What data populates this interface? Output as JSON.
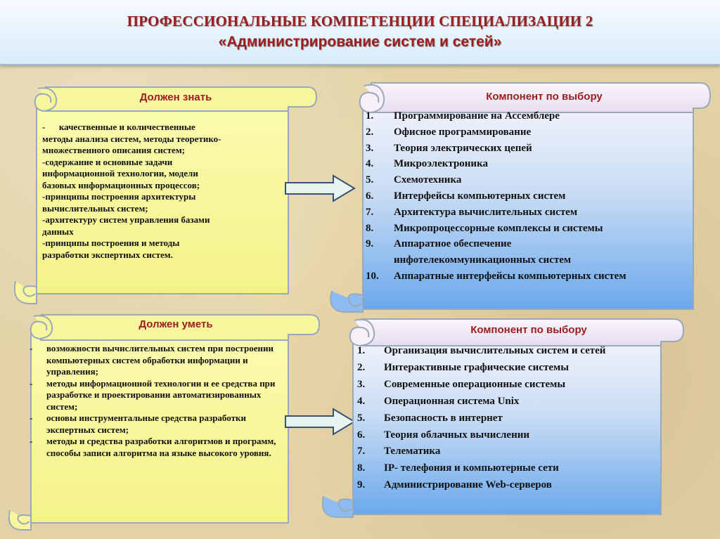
{
  "header": {
    "title_line1": "ПРОФЕССИОНАЛЬНЫЕ КОМПЕТЕНЦИИ СПЕЦИАЛИЗАЦИИ 2",
    "title_line2": "«Администрирование систем и сетей»"
  },
  "know": {
    "title": "Должен знать",
    "lines": [
      "-      качественные и количественные",
      "методы анализа систем, методы теоретико-",
      "множественного описания систем;",
      "-содержание и основные задачи",
      "информационной технологии, модели",
      "базовых информационных процессов;",
      "-принципы построения архитектуры",
      "вычислительных систем;",
      "-архитектуру систем управления базами",
      "данных",
      "-принципы построения и методы",
      "разработки экспертных систем."
    ]
  },
  "able": {
    "title": "Должен  уметь",
    "items": [
      "возможности вычислительных систем при построении компьютерных систем обработки информации и управления;",
      "методы информационной технологии и ее средства при разработке и проектировании автоматизированных систем;",
      "основы инструментальные средства разработки экспертных систем;",
      "методы и средства разработки алгоритмов и программ, способы записи алгоритма на языке высокого уровня."
    ]
  },
  "elective1": {
    "title": "Компонент по выбору",
    "items": [
      {
        "num": "1.",
        "text": "Программирование на Ассемблере"
      },
      {
        "num": "2.",
        "text": "Офисное программирование"
      },
      {
        "num": "3.",
        "text": "Теория электрических цепей"
      },
      {
        "num": "4.",
        "text": "Микроэлектроника"
      },
      {
        "num": "5.",
        "text": "Схемотехника"
      },
      {
        "num": "6.",
        "text": "Интерфейсы компьютерных систем"
      },
      {
        "num": "7.",
        "text": "Архитектура вычислительных систем"
      },
      {
        "num": "8.",
        "text": "Микропроцессорные  комплексы и системы"
      },
      {
        "num": "9.",
        "text": "Аппаратное обеспечение инфотелекоммуникационных систем"
      },
      {
        "num": "10.",
        "text": "Аппаратные интерфейсы компьютерных систем"
      }
    ]
  },
  "elective2": {
    "title": "Компонент по выбору",
    "items": [
      {
        "num": "1.",
        "text": "Организация вычислительных систем и сетей"
      },
      {
        "num": "2.",
        "text": "Интерактивные графические системы"
      },
      {
        "num": "3.",
        "text": "Современные операционные системы"
      },
      {
        "num": "4.",
        "text": "Операционная система Unix"
      },
      {
        "num": "5.",
        "text": "Безопасность в интернет"
      },
      {
        "num": "6.",
        "text": "Теория облачных вычислении"
      },
      {
        "num": "7.",
        "text": "Телематика"
      },
      {
        "num": "8.",
        "text": "IP- телефония и  компьютерные сети"
      },
      {
        "num": "9.",
        "text": "Администрирование Web-серверов"
      }
    ]
  },
  "colors": {
    "title_red": "#9c1d1d",
    "yellow_fill": "#fafaa0",
    "blue_fill_top": "#eef3fb",
    "blue_fill_bottom": "#6aa8ec",
    "header_fill": "#e6f2fc"
  }
}
